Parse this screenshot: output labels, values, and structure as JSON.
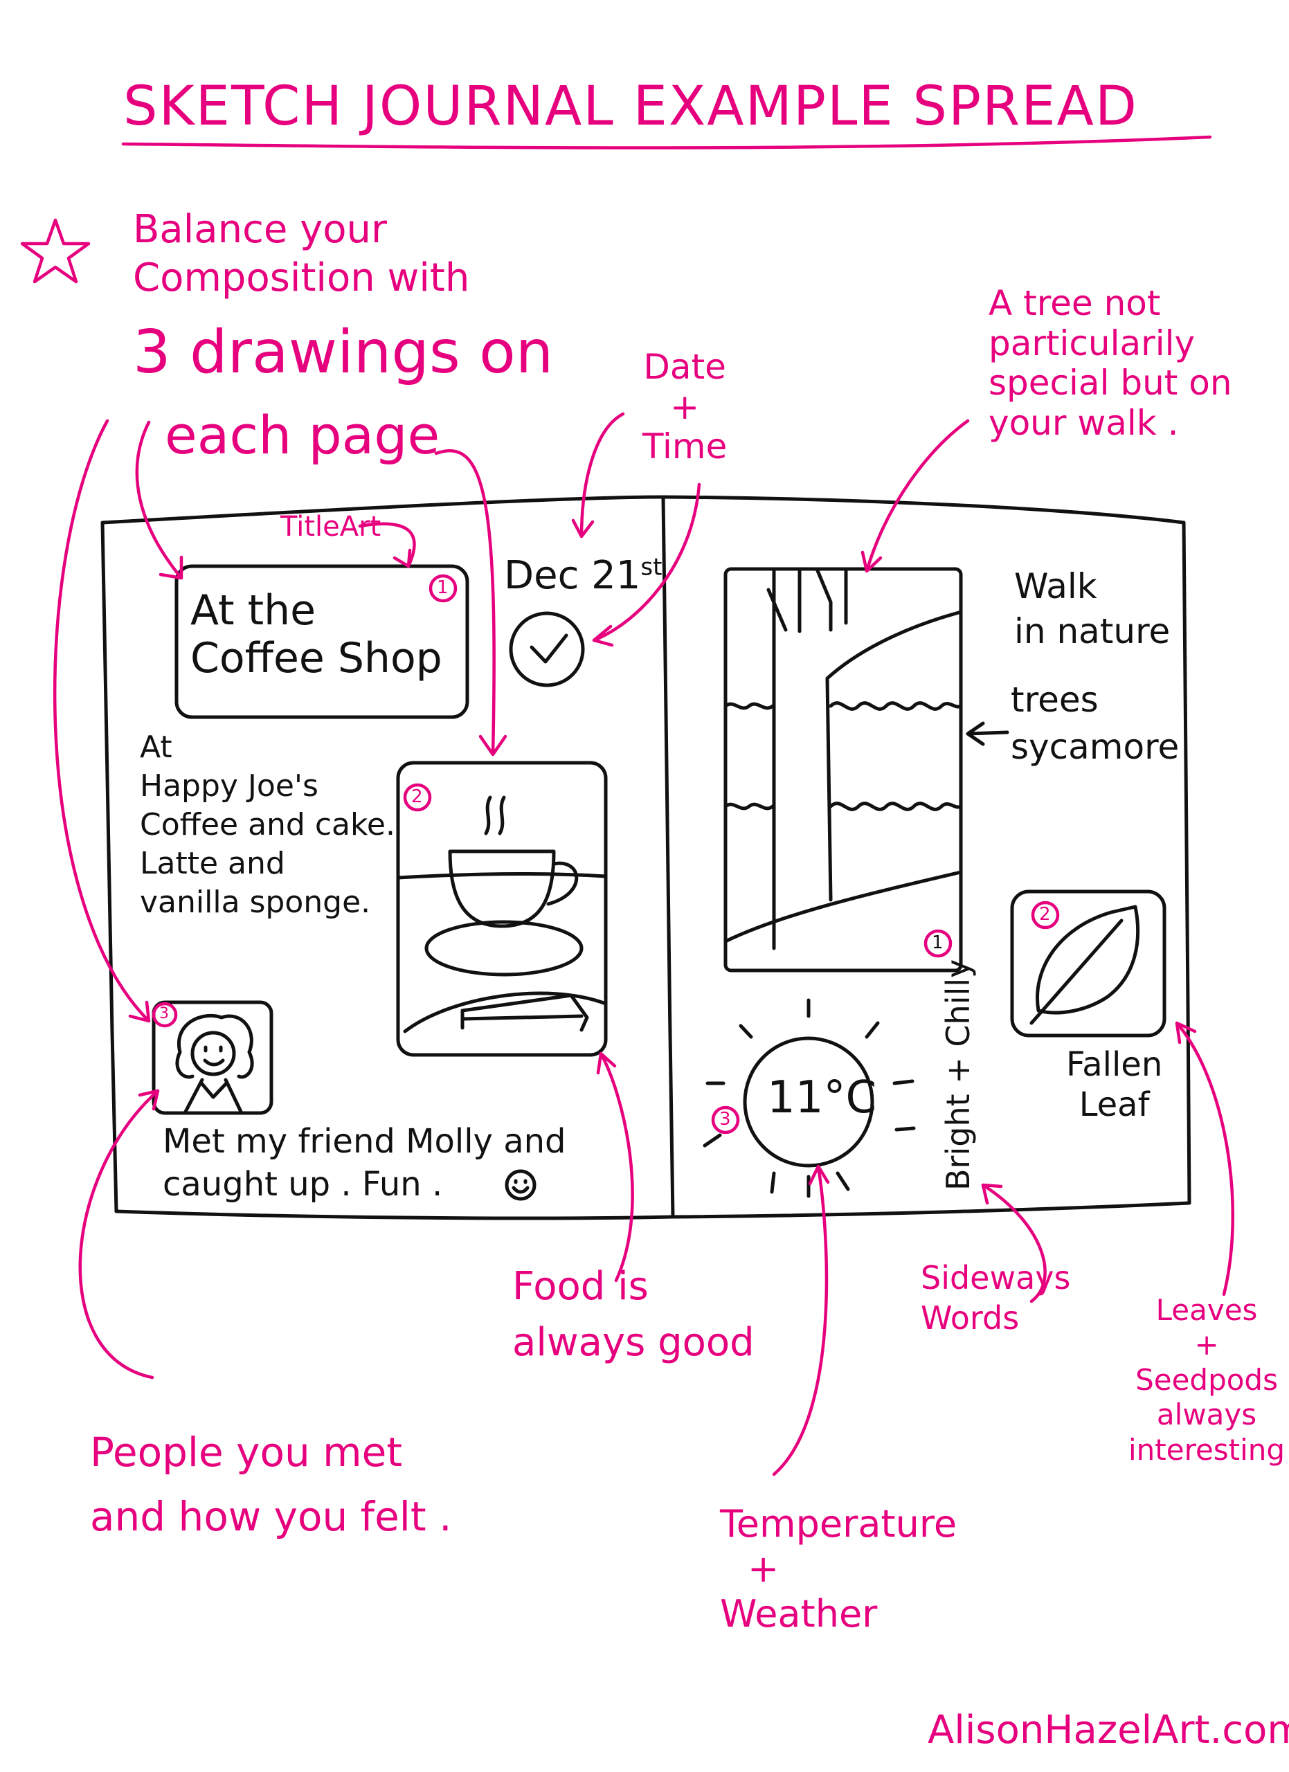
{
  "title": "SKETCH JOURNAL  EXAMPLE SPREAD",
  "tips": {
    "balance_line1": "Balance your",
    "balance_line2": "Composition with",
    "balance_line3": "3 drawings on",
    "balance_line4": "each page",
    "tree_note": [
      "A tree not",
      "particularily",
      "special but on",
      "your walk ."
    ],
    "date_time": [
      "Date",
      "+",
      "Time"
    ],
    "title_art": "TitleArt",
    "food": [
      "Food is",
      "always good"
    ],
    "people": [
      "People you met",
      "and how you felt ."
    ],
    "temperature": [
      "Temperature",
      "+",
      "Weather"
    ],
    "sideways": [
      "Sideways",
      "Words"
    ],
    "leaves": [
      "Leaves",
      "+",
      "Seedpods",
      "always",
      "interesting"
    ]
  },
  "left_page": {
    "title_box": [
      "At the",
      "Coffee Shop"
    ],
    "date": "Dec 21",
    "date_suffix": "st",
    "body": [
      "At",
      "Happy Joe's",
      "Coffee and cake.",
      "Latte and",
      "vanilla sponge."
    ],
    "caption": [
      "Met my friend Molly and",
      "caught up . Fun ."
    ],
    "badges": [
      "1",
      "2",
      "3"
    ]
  },
  "right_page": {
    "walk": [
      "Walk",
      "in nature"
    ],
    "trees": [
      "trees",
      "sycamore"
    ],
    "temperature": "11°C",
    "sideways": "Bright + Chilly",
    "leaf_caption": [
      "Fallen",
      "Leaf"
    ],
    "badges": [
      "1",
      "2",
      "3"
    ]
  },
  "credit": "AlisonHazelArt.com",
  "icons": [
    "star-icon",
    "clock-icon",
    "coffee-cup-icon",
    "tree-icon",
    "leaf-icon",
    "sun-icon",
    "smiley-icon",
    "molly-portrait-icon"
  ],
  "colors": {
    "accent": "#e6007e",
    "ink": "#111111",
    "background": "#ffffff"
  }
}
